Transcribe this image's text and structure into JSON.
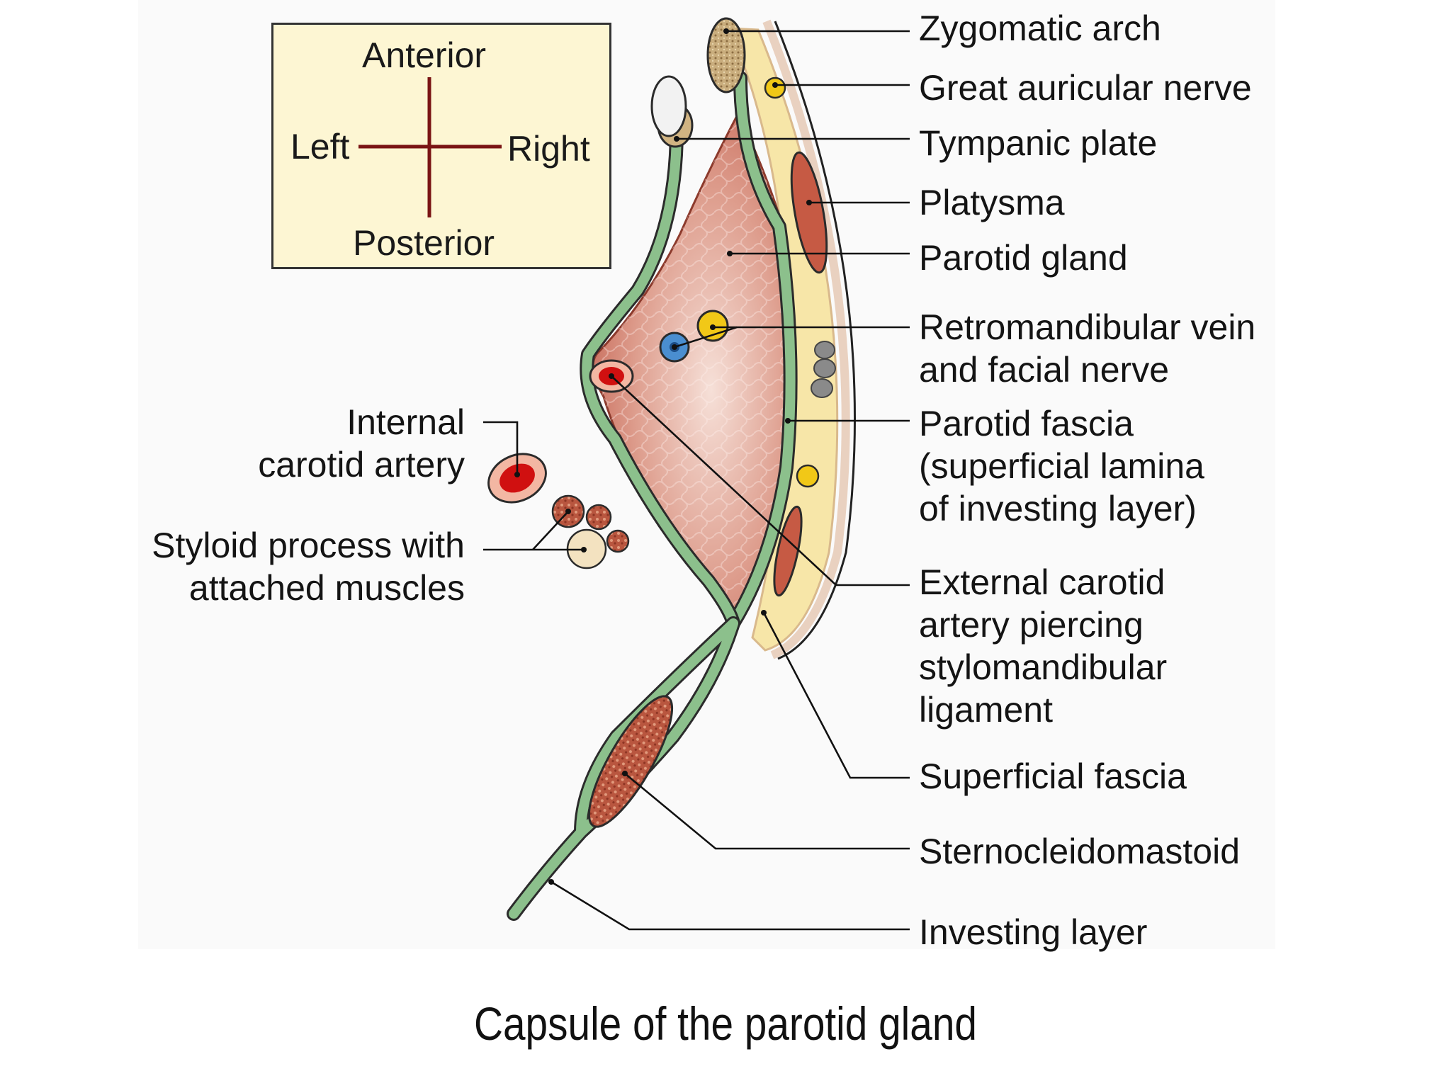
{
  "compass": {
    "anterior": "Anterior",
    "posterior": "Posterior",
    "left": "Left",
    "right": "Right"
  },
  "labels": {
    "zygomatic_arch": "Zygomatic arch",
    "great_auricular_nerve": "Great auricular nerve",
    "tympanic_plate": "Tympanic plate",
    "platysma": "Platysma",
    "parotid_gland": "Parotid gland",
    "retromandibular_line1": "Retromandibular vein",
    "retromandibular_line2": "and facial nerve",
    "parotid_fascia_line1": "Parotid fascia",
    "parotid_fascia_line2": "(superficial lamina",
    "parotid_fascia_line3": "of investing layer)",
    "external_carotid_line1": "External carotid",
    "external_carotid_line2": "artery piercing",
    "external_carotid_line3": "stylomandibular",
    "external_carotid_line4": "ligament",
    "superficial_fascia": "Superficial fascia",
    "sternocleidomastoid": "Sternocleidomastoid",
    "investing_layer": "Investing layer",
    "internal_carotid_line1": "Internal",
    "internal_carotid_line2": "carotid artery",
    "styloid_line1": "Styloid process with",
    "styloid_line2": "attached muscles"
  },
  "caption": "Capsule of the parotid gland",
  "colors": {
    "fascia_green": "#8cc08c",
    "gland_red": "#c86e5f",
    "superficial_fascia_yellow": "#f7e6a8",
    "compass_box": "#fdf6d3",
    "compass_cross": "#7a1414",
    "vein_blue": "#4a8ed0",
    "nerve_yellow": "#f1c817",
    "artery_red": "#d01010"
  }
}
